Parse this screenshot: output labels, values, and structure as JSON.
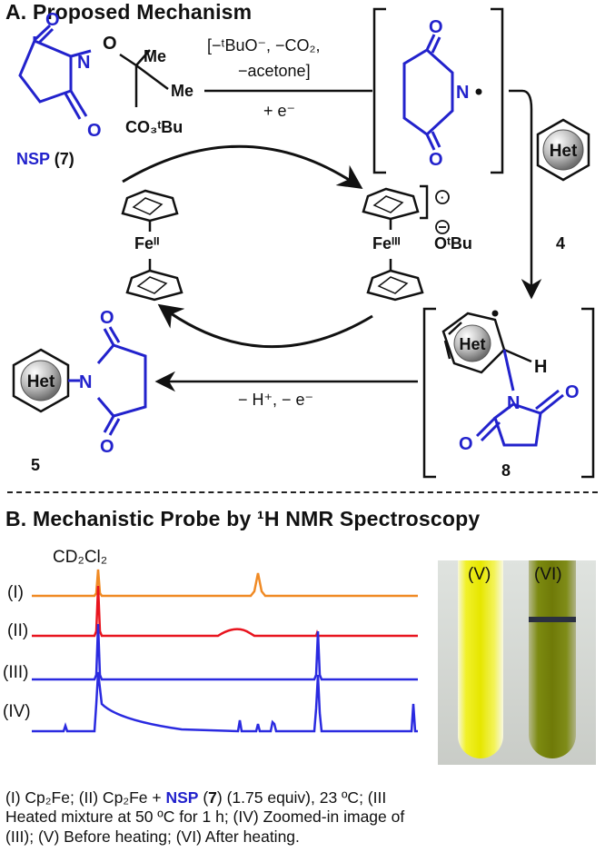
{
  "section_a": {
    "title": "A. Proposed Mechanism",
    "nsp_label": "NSP",
    "nsp_number": "(7)",
    "me_top": "Me",
    "me_right": "Me",
    "co3tbu": "CO₃ᵗBu",
    "conditions_line1": "[−ᵗBuO⁻, −CO₂,",
    "conditions_line2": "−acetone]",
    "conditions_line3": "+ e⁻",
    "fe2": "Feᴵᴵ",
    "fe3": "Feᴵᴵᴵ",
    "otbu": "OᵗBu",
    "het": "Het",
    "cmpd4": "4",
    "cmpd5": "5",
    "cmpd8": "8",
    "h_atom": "H",
    "n_atom": "N",
    "o_atom": "O",
    "bottom_conditions": "− H⁺, − e⁻"
  },
  "section_b": {
    "title": "B. Mechanistic Probe by ¹H NMR Spectroscopy",
    "solvent": "CD₂Cl₂",
    "traces": [
      {
        "label": "(I)",
        "color": "#f08a24"
      },
      {
        "label": "(II)",
        "color": "#e8141e"
      },
      {
        "label": "(III)",
        "color": "#2a2ae0"
      },
      {
        "label": "(IV)",
        "color": "#2a2ae0"
      }
    ],
    "tube_left": "(V)",
    "tube_right": "(VI)",
    "caption_lines": [
      [
        "(I) Cp₂Fe; (II) Cp₂Fe + ",
        "NSP",
        " (",
        "7",
        ") (1.75 equiv), 23 ºC; (III"
      ],
      [
        "Heated mixture at 50 ºC for 1 h; (IV) Zoomed-in image of"
      ],
      [
        "(III); (V) Before heating; (VI) After heating."
      ]
    ]
  }
}
